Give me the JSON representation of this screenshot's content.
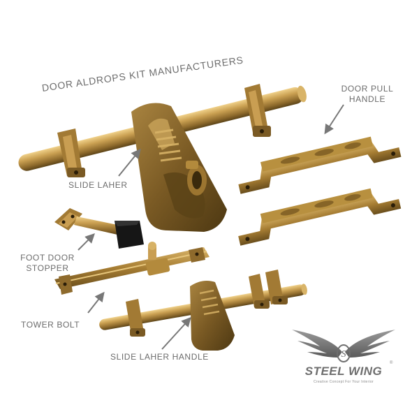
{
  "title": "DOOR ALDROPS KIT MANUFACTURERS",
  "labels": {
    "door_pull_handle": [
      "DOOR PULL",
      "HANDLE"
    ],
    "slide_laher": "SLIDE LAHER",
    "foot_door_stopper": [
      "FOOT DOOR",
      "STOPPER"
    ],
    "tower_bolt": "TOWER BOLT",
    "slide_laher_handle": "SLIDE LAHER HANDLE"
  },
  "brand": {
    "name": "STEEL WING",
    "registered_mark": "®",
    "tagline": "Creative Concept For Your Interior"
  },
  "colors": {
    "brass": "#b38a3c",
    "brass_light": "#d7b266",
    "brass_dark": "#6e5220",
    "label_gray": "#6b6b6b"
  }
}
